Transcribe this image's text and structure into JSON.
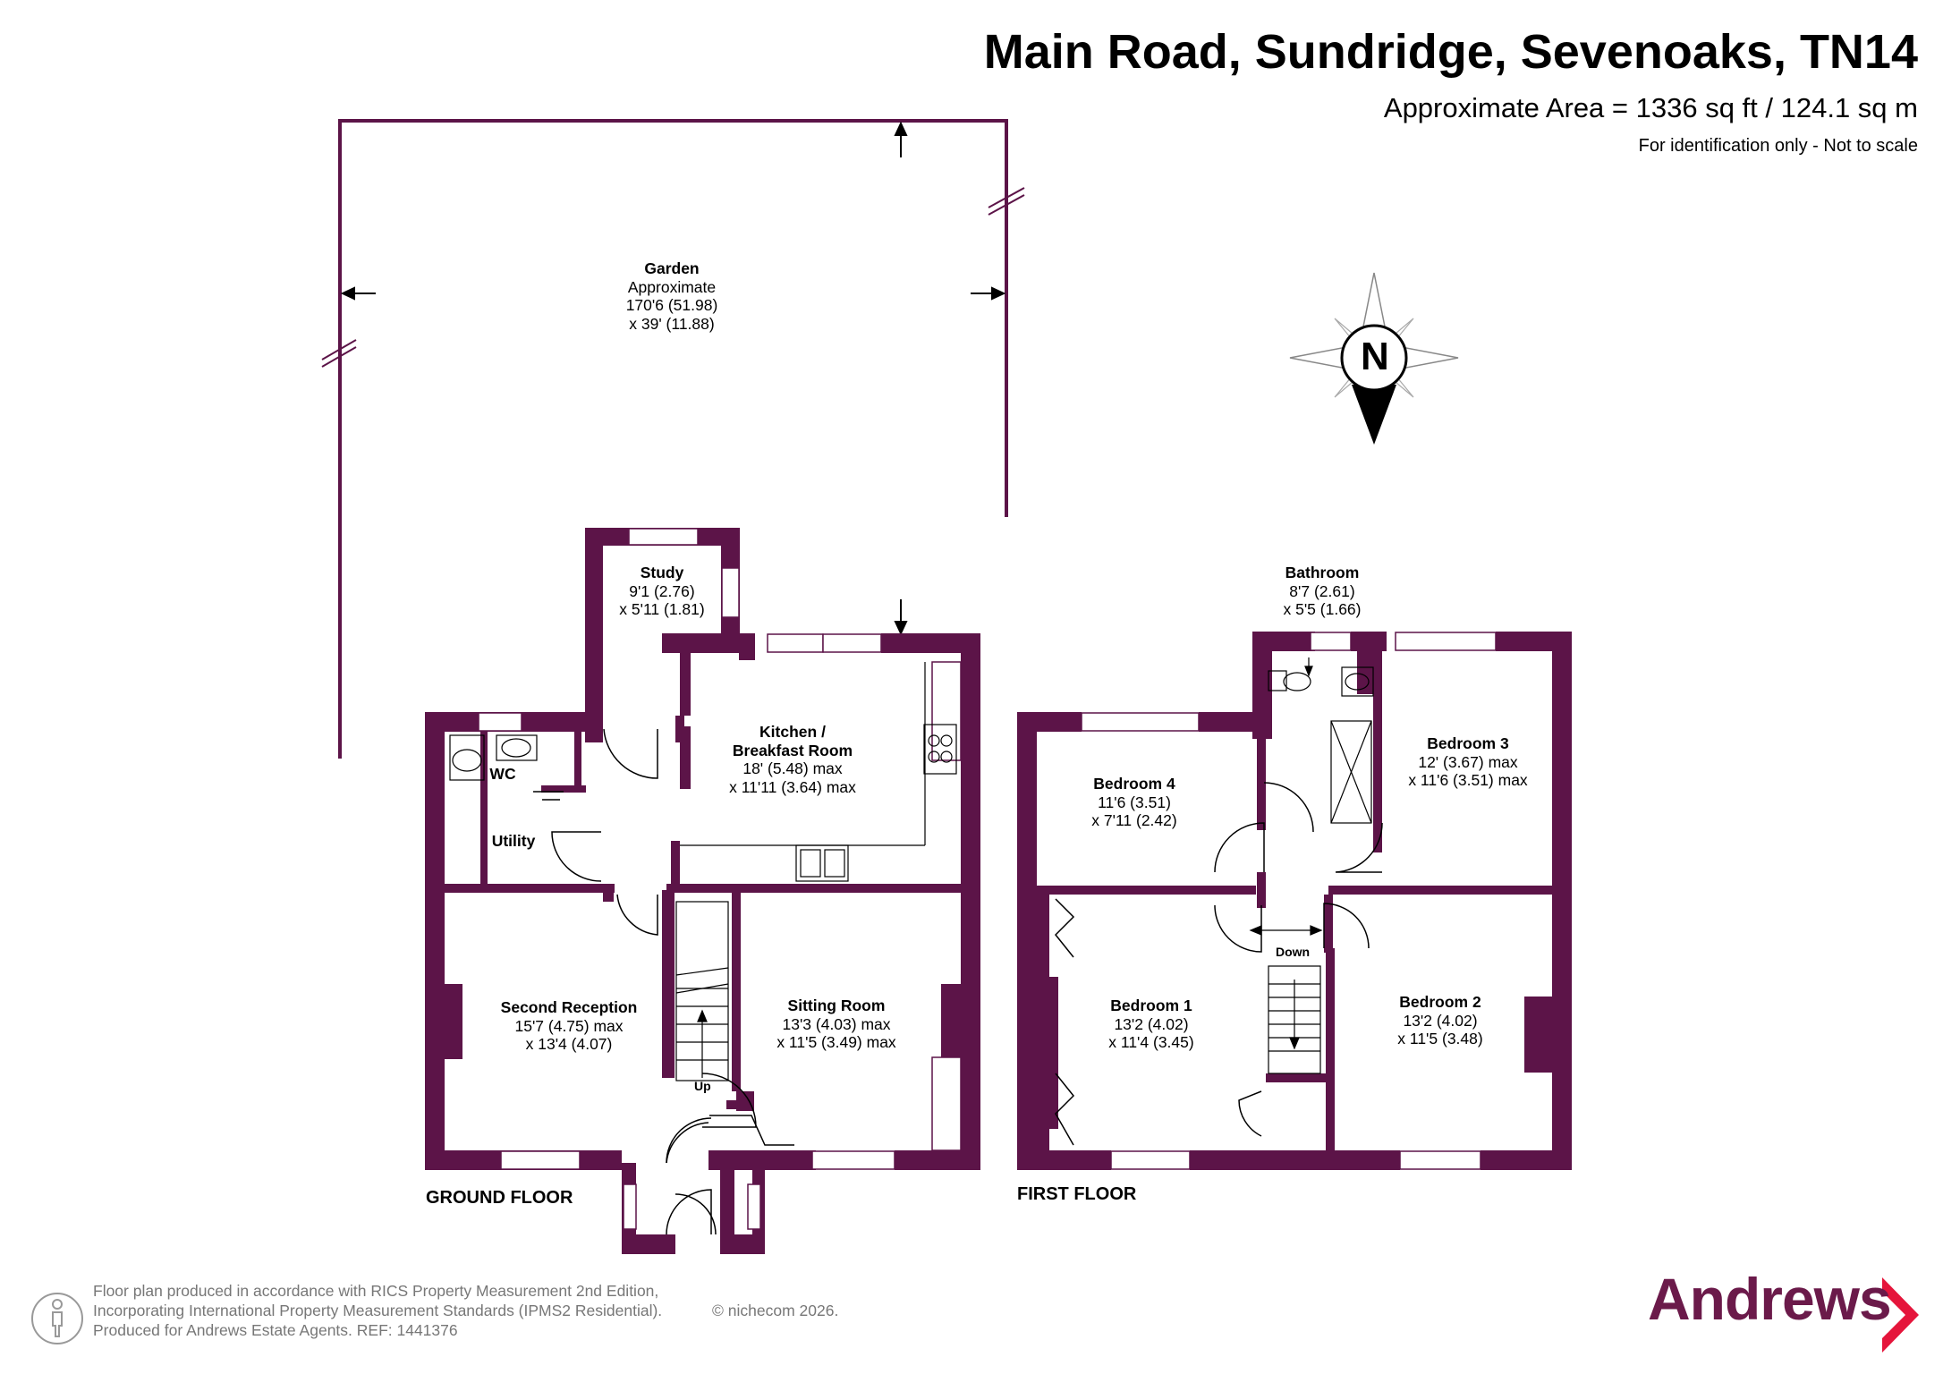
{
  "header": {
    "title": "Main Road, Sundridge, Sevenoaks, TN14",
    "area": "Approximate Area = 1336 sq ft / 124.1 sq m",
    "note": "For identification only - Not to scale"
  },
  "garden": {
    "name": "Garden",
    "line1": "Approximate",
    "line2": "170'6 (51.98)",
    "line3": "x 39' (11.88)"
  },
  "rooms": {
    "study": {
      "name": "Study",
      "dim1": "9'1 (2.76)",
      "dim2": "x 5'11 (1.81)"
    },
    "kitchen": {
      "name1": "Kitchen /",
      "name2": "Breakfast Room",
      "dim1": "18' (5.48) max",
      "dim2": "x 11'11 (3.64) max"
    },
    "wc": {
      "name": "WC"
    },
    "utility": {
      "name": "Utility"
    },
    "second_reception": {
      "name": "Second Reception",
      "dim1": "15'7 (4.75) max",
      "dim2": "x 13'4 (4.07)"
    },
    "sitting_room": {
      "name": "Sitting Room",
      "dim1": "13'3 (4.03) max",
      "dim2": "x 11'5 (3.49) max"
    },
    "bathroom": {
      "name": "Bathroom",
      "dim1": "8'7 (2.61)",
      "dim2": "x 5'5 (1.66)"
    },
    "bedroom4": {
      "name": "Bedroom 4",
      "dim1": "11'6 (3.51)",
      "dim2": "x 7'11 (2.42)"
    },
    "bedroom3": {
      "name": "Bedroom 3",
      "dim1": "12' (3.67) max",
      "dim2": "x 11'6 (3.51) max"
    },
    "bedroom1": {
      "name": "Bedroom 1",
      "dim1": "13'2 (4.02)",
      "dim2": "x 11'4 (3.45)"
    },
    "bedroom2": {
      "name": "Bedroom 2",
      "dim1": "13'2 (4.02)",
      "dim2": "x 11'5 (3.48)"
    }
  },
  "stairs": {
    "up": "Up",
    "down": "Down"
  },
  "floors": {
    "ground": "GROUND FLOOR",
    "first": "FIRST FLOOR"
  },
  "compass": {
    "label": "N"
  },
  "footer": {
    "line1": "Floor plan produced in accordance with RICS Property Measurement 2nd Edition,",
    "line2": "Incorporating International Property Measurement Standards (IPMS2 Residential).",
    "line3": "Produced for Andrews Estate Agents.   REF: 1441376",
    "copyright": "© nichecom 2026."
  },
  "logo": {
    "text": "Andrews",
    "color": "#6b1a4a"
  },
  "colors": {
    "wall": "#5c1448",
    "garden_line": "#5c1448",
    "text": "#000000",
    "footer_text": "#777777"
  }
}
